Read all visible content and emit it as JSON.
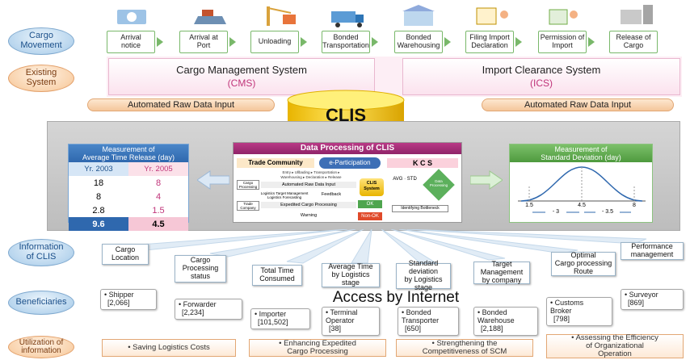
{
  "row_labels": {
    "cargo_movement": "Cargo\nMovement",
    "existing_system": "Existing\nSystem",
    "information": "Information\nof CLIS",
    "beneficiaries": "Beneficiaries",
    "utilization": "Utilization of\ninformation"
  },
  "steps": [
    "Arrival\nnotice",
    "Arrival at\nPort",
    "Unloading",
    "Bonded\nTransportation",
    "Bonded\nWarehousing",
    "Filing Import\nDeclaration",
    "Permission of\nImport",
    "Release of\nCargo"
  ],
  "systems": {
    "cms": {
      "name": "Cargo Management System",
      "abbr": "(CMS)"
    },
    "ics": {
      "name": "Import Clearance System",
      "abbr": "(ICS)"
    }
  },
  "auto_input_left": "Automated Raw Data Input",
  "auto_input_right": "Automated Raw Data Input",
  "clis": "CLIS",
  "measure_left": {
    "title": "Measurement of\nAverage Time Release (day)",
    "col1": "Yr. 2003",
    "col2": "Yr. 2005",
    "rows": [
      [
        "18",
        "8"
      ],
      [
        "8",
        "4"
      ],
      [
        "2.8",
        "1.5"
      ]
    ],
    "total": [
      "9.6",
      "4.5"
    ]
  },
  "processing": {
    "title": "Data Processing of CLIS",
    "trade_community": "Trade Community",
    "e_participation": "e-Participation",
    "kcs": "K C S",
    "steps_line": "Entry ▸ Ullbading ▸ Transportation ▸\nWarehousing ▸ Declaration ▸ Release",
    "cargo_processing": "Cargo\nProcessing",
    "auto_raw": "Automated Raw Data Input",
    "logistics_target": "Logistics Target Management\nLogistics Forecasting",
    "feedback": "Feedback",
    "trade_company": "Trade\nCompany",
    "expedited": "Expedited Cargo Processing",
    "warning": "Warning",
    "clis_system": "CLIS\nSystem",
    "avg_std": "AVG · STD",
    "data_processing": "Data\nProcessing",
    "ok": "OK",
    "non_ok": "Non-OK",
    "identifying": "Identifying Bottleneck"
  },
  "measure_right": {
    "title": "Measurement of\nStandard Deviation (day)",
    "ticks": [
      "1.5",
      "4.5",
      "8"
    ],
    "ranges": [
      "- 3",
      "- 3.5"
    ]
  },
  "info_items": [
    "Cargo\nLocation",
    "Cargo\nProcessing\nstatus",
    "Total Time\nConsumed",
    "Average Time\nby Logistics\nstage",
    "Standard\ndeviation\nby Logistics\nstage",
    "Target\nManagement\nby company",
    "Optimal\nCargo processing\nRoute",
    "Performance\nmanagement"
  ],
  "access": "Access by Internet",
  "beneficiaries": [
    {
      "name": "• Shipper",
      "count": "[2,066]"
    },
    {
      "name": "• Forwarder",
      "count": "[2,234]"
    },
    {
      "name": "• Importer",
      "count": "[101,502]"
    },
    {
      "name": "• Terminal\nOperator",
      "count": "[38]"
    },
    {
      "name": "• Bonded\nTransporter",
      "count": "[650]"
    },
    {
      "name": "• Bonded\nWarehouse",
      "count": "[2,188]"
    },
    {
      "name": "• Customs\nBroker",
      "count": "[798]"
    },
    {
      "name": "• Surveyor",
      "count": "[869]"
    }
  ],
  "utilization": [
    "• Saving Logistics Costs",
    "• Enhancing Expedited\nCargo Processing",
    "• Strengthening the\nCompetitiveness of SCM",
    "• Assessing the Efficiency\nof Organizational\nOperation"
  ],
  "colors": {
    "green": "#79b86a",
    "blue": "#1a4f8a",
    "pink": "#c0357a",
    "yellow": "#f7d21c",
    "orange": "#f0b27d"
  }
}
